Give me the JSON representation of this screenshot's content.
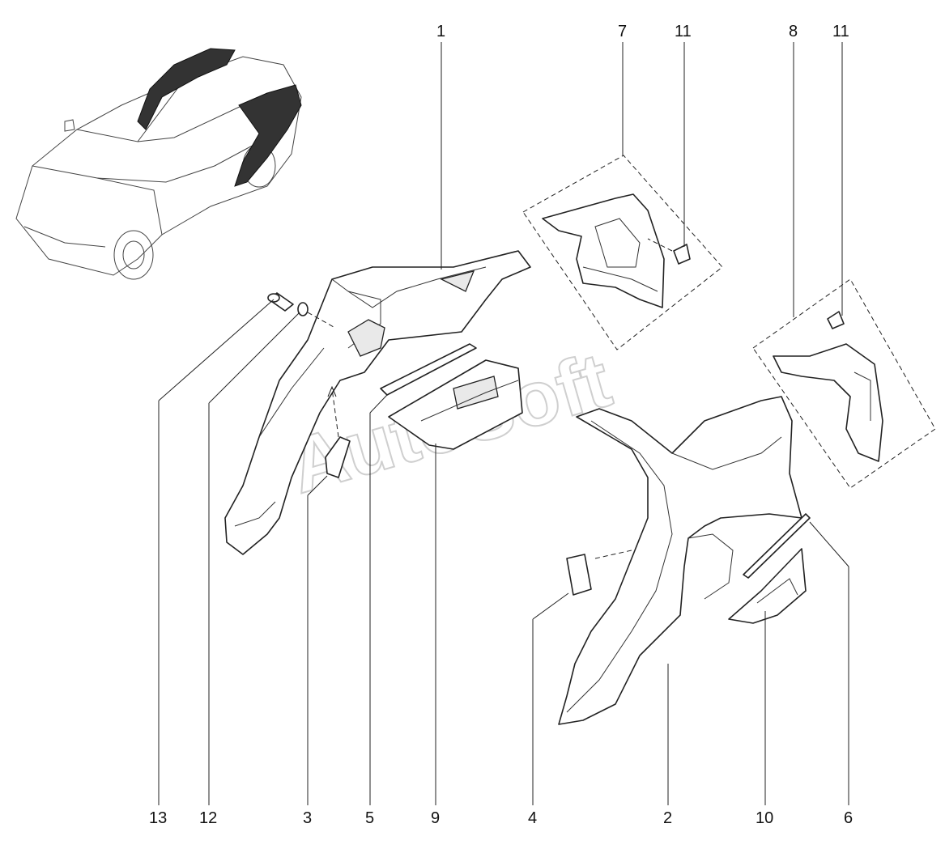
{
  "callouts": {
    "c1": "1",
    "c2": "2",
    "c3": "3",
    "c4": "4",
    "c5": "5",
    "c6": "6",
    "c7": "7",
    "c8": "8",
    "c9": "9",
    "c10": "10",
    "c11a": "11",
    "c11b": "11",
    "c12": "12",
    "c13": "13"
  },
  "watermark": "AutoSoft"
}
